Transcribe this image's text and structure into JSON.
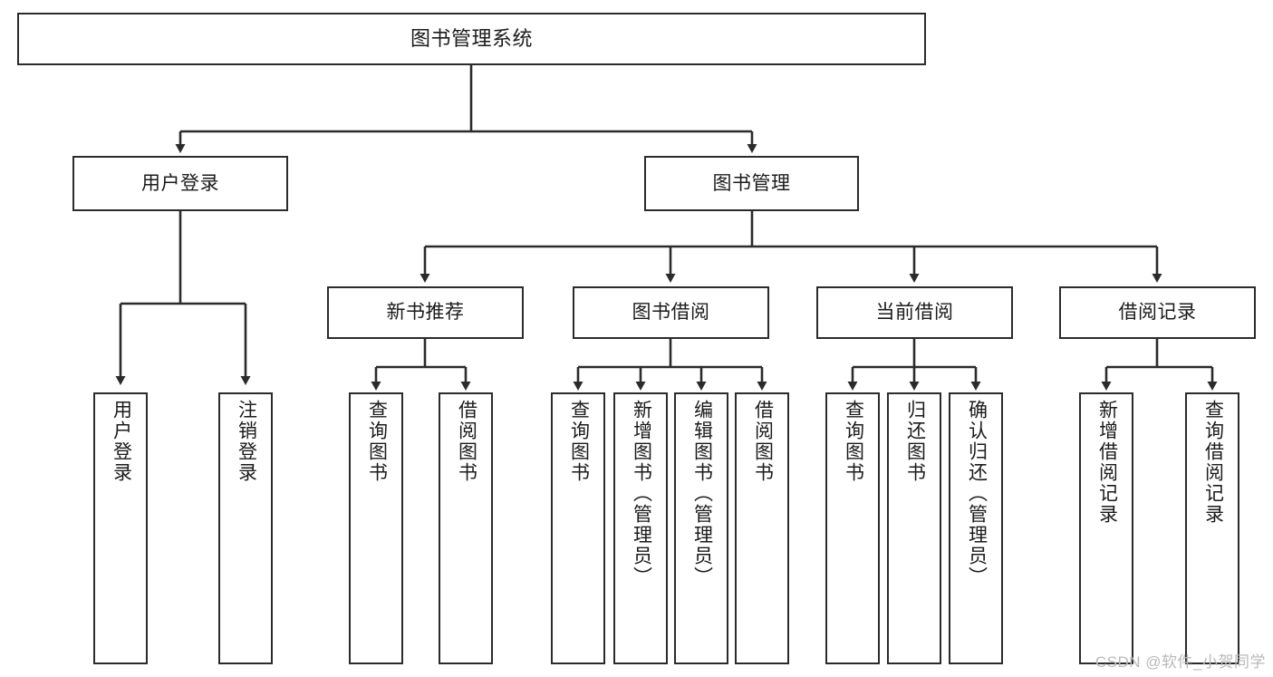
{
  "diagram": {
    "title": "图书管理系统",
    "type": "tree",
    "orientation": "top-down",
    "colors": {
      "box_stroke": "#2b2b2b",
      "box_fill": "#ffffff",
      "edge": "#2b2b2b",
      "text": "#1b1b1b",
      "watermark": "#b9b9b9",
      "background": "#ffffff"
    },
    "root": {
      "id": "root",
      "label": "图书管理系统"
    },
    "level2": [
      {
        "id": "login",
        "label": "用户登录"
      },
      {
        "id": "bookmgmt",
        "label": "图书管理"
      }
    ],
    "level3": [
      {
        "id": "newbook",
        "label": "新书推荐",
        "parent": "bookmgmt"
      },
      {
        "id": "borrow",
        "label": "图书借阅",
        "parent": "bookmgmt"
      },
      {
        "id": "current",
        "label": "当前借阅",
        "parent": "bookmgmt"
      },
      {
        "id": "record",
        "label": "借阅记录",
        "parent": "bookmgmt"
      }
    ],
    "leaves": [
      {
        "id": "l1",
        "label": "用户登录",
        "parent": "login"
      },
      {
        "id": "l2",
        "label": "注销登录",
        "parent": "login"
      },
      {
        "id": "l3",
        "label": "查询图书",
        "parent": "newbook"
      },
      {
        "id": "l4",
        "label": "借阅图书",
        "parent": "newbook"
      },
      {
        "id": "l5",
        "label": "查询图书",
        "parent": "borrow"
      },
      {
        "id": "l6",
        "label": "新增图书（管理员）",
        "parent": "borrow"
      },
      {
        "id": "l7",
        "label": "编辑图书（管理员）",
        "parent": "borrow"
      },
      {
        "id": "l8",
        "label": "借阅图书",
        "parent": "borrow"
      },
      {
        "id": "l9",
        "label": "查询图书",
        "parent": "current"
      },
      {
        "id": "l10",
        "label": "归还图书",
        "parent": "current"
      },
      {
        "id": "l11",
        "label": "确认归还（管理员）",
        "parent": "current"
      },
      {
        "id": "l12",
        "label": "新增借阅记录",
        "parent": "record"
      },
      {
        "id": "l13",
        "label": "查询借阅记录",
        "parent": "record"
      }
    ]
  },
  "watermark": {
    "text": "CSDN @软件_小贺同学"
  }
}
